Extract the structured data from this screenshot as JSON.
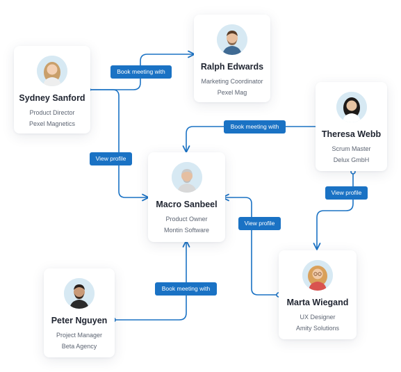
{
  "colors": {
    "accent": "#1a72c4",
    "card_bg": "#ffffff",
    "name_text": "#1f2430",
    "detail_text": "#5c6472"
  },
  "people": {
    "sydney": {
      "name": "Sydney Sanford",
      "role": "Product Director",
      "company": "Pexel Magnetics"
    },
    "ralph": {
      "name": "Ralph Edwards",
      "role": "Marketing Coordinator",
      "company": "Pexel Mag"
    },
    "theresa": {
      "name": "Theresa Webb",
      "role": "Scrum Master",
      "company": "Delux GmbH"
    },
    "macro": {
      "name": "Macro Sanbeel",
      "role": "Product Owner",
      "company": "Montin Software"
    },
    "marta": {
      "name": "Marta Wiegand",
      "role": "UX Designer",
      "company": "Amity Solutions"
    },
    "peter": {
      "name": "Peter Nguyen",
      "role": "Project Manager",
      "company": "Beta Agency"
    }
  },
  "links": {
    "sydney_to_ralph": "Book meeting with",
    "theresa_to_macro": "Book meeting with",
    "sydney_to_macro": "View profile",
    "theresa_to_marta": "View profile",
    "marta_to_macro": "View profile",
    "peter_to_macro": "Book meeting with"
  }
}
